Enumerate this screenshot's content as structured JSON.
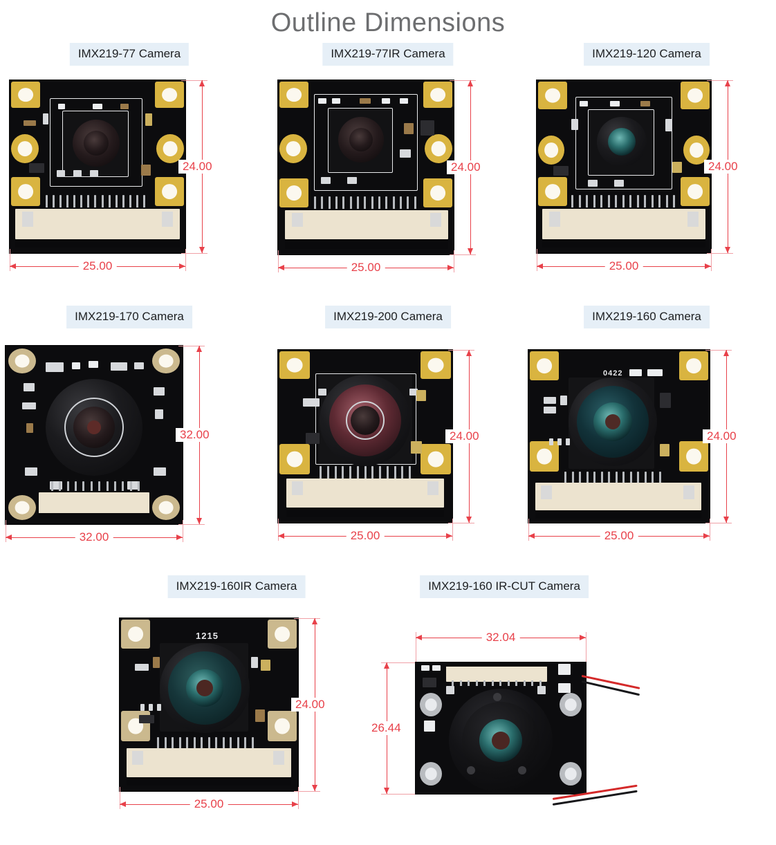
{
  "page": {
    "title": "Outline Dimensions",
    "title_color": "#6d6e70",
    "background": "#ffffff",
    "caption_background": "#e6eff7",
    "caption_color": "#1d1f21",
    "dimension_color": "#e8414a",
    "pcb_color": "#0c0c0e",
    "pad_color": "#d9b440",
    "connector_color": "#ece3cf"
  },
  "units": "mm",
  "modules": [
    {
      "id": "imx219-77",
      "label": "IMX219-77 Camera",
      "width": "25.00",
      "height": "24.00",
      "lens_style": "dark",
      "silkscreen": ""
    },
    {
      "id": "imx219-77ir",
      "label": "IMX219-77IR Camera",
      "width": "25.00",
      "height": "24.00",
      "lens_style": "dark",
      "silkscreen": ""
    },
    {
      "id": "imx219-120",
      "label": "IMX219-120 Camera",
      "width": "25.00",
      "height": "24.00",
      "lens_style": "teal",
      "silkscreen": ""
    },
    {
      "id": "imx219-170",
      "label": "IMX219-170 Camera",
      "width": "32.00",
      "height": "32.00",
      "lens_style": "dark",
      "silkscreen": ""
    },
    {
      "id": "imx219-200",
      "label": "IMX219-200 Camera",
      "width": "25.00",
      "height": "24.00",
      "lens_style": "red",
      "silkscreen": ""
    },
    {
      "id": "imx219-160",
      "label": "IMX219-160 Camera",
      "width": "25.00",
      "height": "24.00",
      "lens_style": "teal",
      "silkscreen": "0422"
    },
    {
      "id": "imx219-160ir",
      "label": "IMX219-160IR Camera",
      "width": "25.00",
      "height": "24.00",
      "lens_style": "teal",
      "silkscreen": "1215"
    },
    {
      "id": "imx219-160-ircut",
      "label": "IMX219-160 IR-CUT Camera",
      "width": "32.04",
      "height": "26.44",
      "lens_style": "teal",
      "silkscreen": "",
      "has_wires": true,
      "wire_colors": [
        "#d42a2a",
        "#17171a"
      ]
    }
  ]
}
